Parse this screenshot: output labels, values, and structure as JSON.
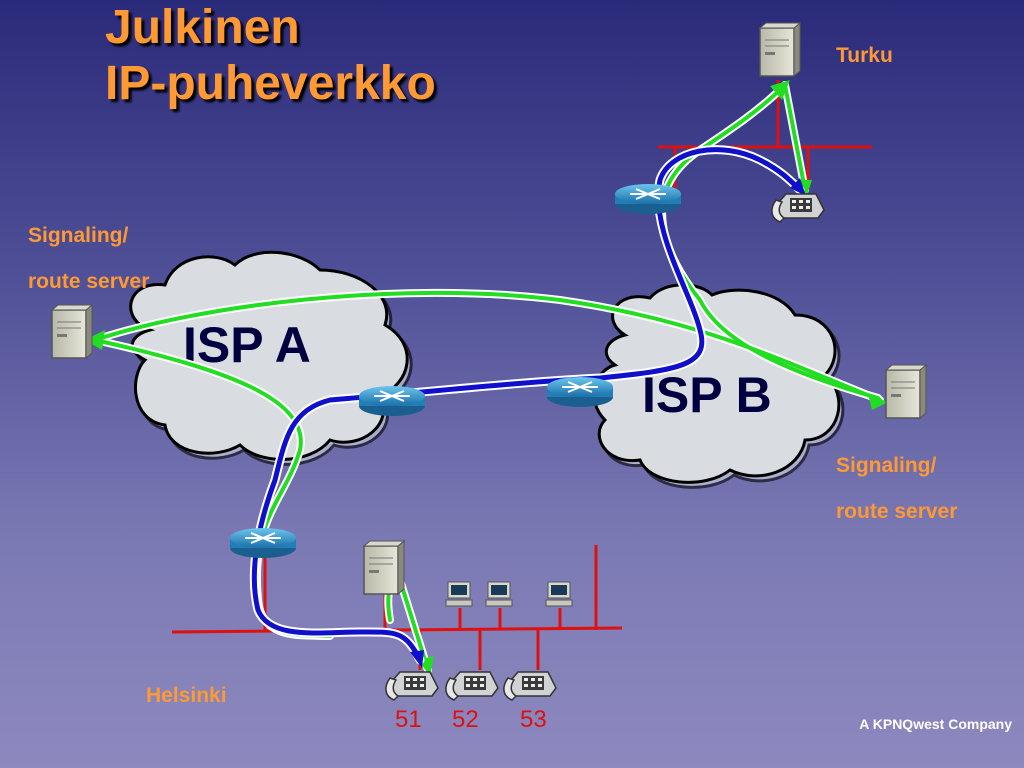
{
  "title": {
    "line1": "Julkinen",
    "line2": "IP-puheverkko"
  },
  "labels": {
    "turku": "Turku",
    "helsinki": "Helsinki",
    "left_server_line1": "Signaling/",
    "left_server_line2": "route server",
    "right_server_line1": "Signaling/",
    "right_server_line2": "route server"
  },
  "clouds": {
    "a": "ISP A",
    "b": "ISP B"
  },
  "extensions": [
    "51",
    "52",
    "53"
  ],
  "footer": "A KPNQwest Company",
  "colors": {
    "title": "#ff9933",
    "lan": "#e01010",
    "signaling_path": "#22dd22",
    "media_path": "#1010cc",
    "cloud": "#d9dde1",
    "router": "#2a8fc0"
  }
}
